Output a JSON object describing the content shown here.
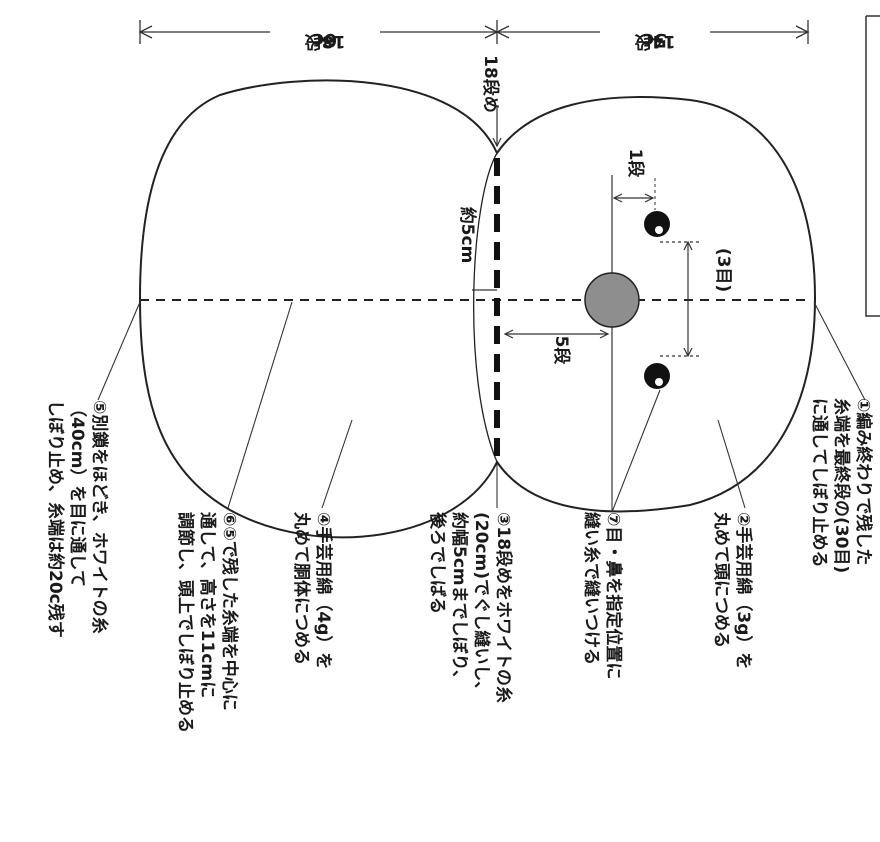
{
  "dimensions": {
    "body_width": "6c",
    "body_rows": "18段",
    "head_width": "5c",
    "head_rows": "14段"
  },
  "labels": {
    "row18": "18段め",
    "one_row": "1段",
    "three_stitches": "(3目)",
    "five_rows": "5段",
    "approx_5cm": "約5cm"
  },
  "notes": [
    {
      "num": "①",
      "lines": [
        "編み終わりで残した",
        "糸端を最終段の(30目)",
        "に通してしぼり止める"
      ]
    },
    {
      "num": "②",
      "lines": [
        "手芸用綿（3g）を",
        "丸めて頭につめる"
      ]
    },
    {
      "num": "⑦",
      "lines": [
        "目・鼻を指定位置に",
        "縫い糸で縫いつける"
      ]
    },
    {
      "num": "③",
      "lines": [
        "18段めをホワイトの糸",
        "(20cm)でぐし縫いし、",
        "約幅5cmまでしぼり、",
        "後ろでしばる"
      ]
    },
    {
      "num": "④",
      "lines": [
        "手芸用綿（4g）を",
        "丸めて胴体につめる"
      ]
    },
    {
      "num": "⑥",
      "lines": [
        "⑤で残した糸端を中心に",
        "通して、高さを11cmに",
        "調節し、頭上でしぼり止める"
      ]
    },
    {
      "num": "⑤",
      "lines": [
        "別鎖をほどき、ホワイトの糸",
        "（40cm）を目に通して",
        "しぼり止め、糸端は約20c残す"
      ]
    }
  ]
}
